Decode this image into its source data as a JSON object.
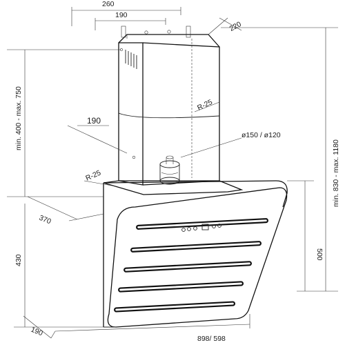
{
  "dimensions": {
    "top_width": "260",
    "top_inner_width": "190",
    "top_depth": "220",
    "left_height_range": "min. 400 - max. 750",
    "right_height_range": "min. 830 - max. 1180",
    "chimney_radius": "R-25",
    "bracket_width": "190",
    "duct_diameter": "ø150 / ø120",
    "canopy_radius": "R-25",
    "canopy_depth": "370",
    "canopy_height_left": "430",
    "canopy_height_right": "500",
    "bottom_depth": "190",
    "bottom_width": "898/ 598"
  }
}
